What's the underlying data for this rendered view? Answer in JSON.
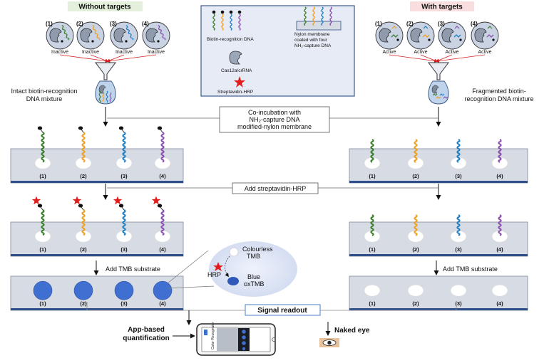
{
  "left": {
    "header": "Without targets",
    "tube_status": "Inactive",
    "mixture_label_1": "Intact biotin-recognition",
    "mixture_label_2": "DNA mixture",
    "tmb_step": "Add TMB substrate"
  },
  "right": {
    "header": "With targets",
    "tube_status": "Active",
    "mixture_label_1": "Fragmented biotin-",
    "mixture_label_2": "recognition DNA mixture",
    "tmb_step": "Add TMB substrate"
  },
  "numbers": [
    "(1)",
    "(2)",
    "(3)",
    "(4)"
  ],
  "legend": {
    "biotin_dna": "Biotin-recognition DNA",
    "membrane_1": "Nylon membrane",
    "membrane_2": "coated with four",
    "membrane_3": "NH₂-capture DNA",
    "cas": "Cas12a/crRNA",
    "hrp": "Streptavidin-HRP"
  },
  "steps": {
    "coincubation_1": "Co-incubation with",
    "coincubation_2": "NH₂-capture DNA",
    "coincubation_3": "modified-nylon membrane",
    "streptavidin": "Add streptavidin-HRP"
  },
  "inset": {
    "colourless_1": "Colourless",
    "colourless_2": "TMB",
    "hrp": "HRP",
    "blue_1": "Blue",
    "blue_2": "oxTMB"
  },
  "readout": {
    "signal": "Signal readout",
    "app_1": "App-based",
    "app_2": "quantification",
    "naked_eye": "Naked eye",
    "phone_text": "Color Recognizer"
  },
  "colors": {
    "dna": [
      "#3a7d2c",
      "#f0a020",
      "#1f7fc4",
      "#8a4fb0"
    ],
    "membrane": "#d7dbe3",
    "membrane_border": "#2f4f8a",
    "blue_spot": "#3f6fd0",
    "star": "#e21b1b",
    "without_header_bg": "#e4f0dc",
    "with_header_bg": "#f8dede"
  }
}
